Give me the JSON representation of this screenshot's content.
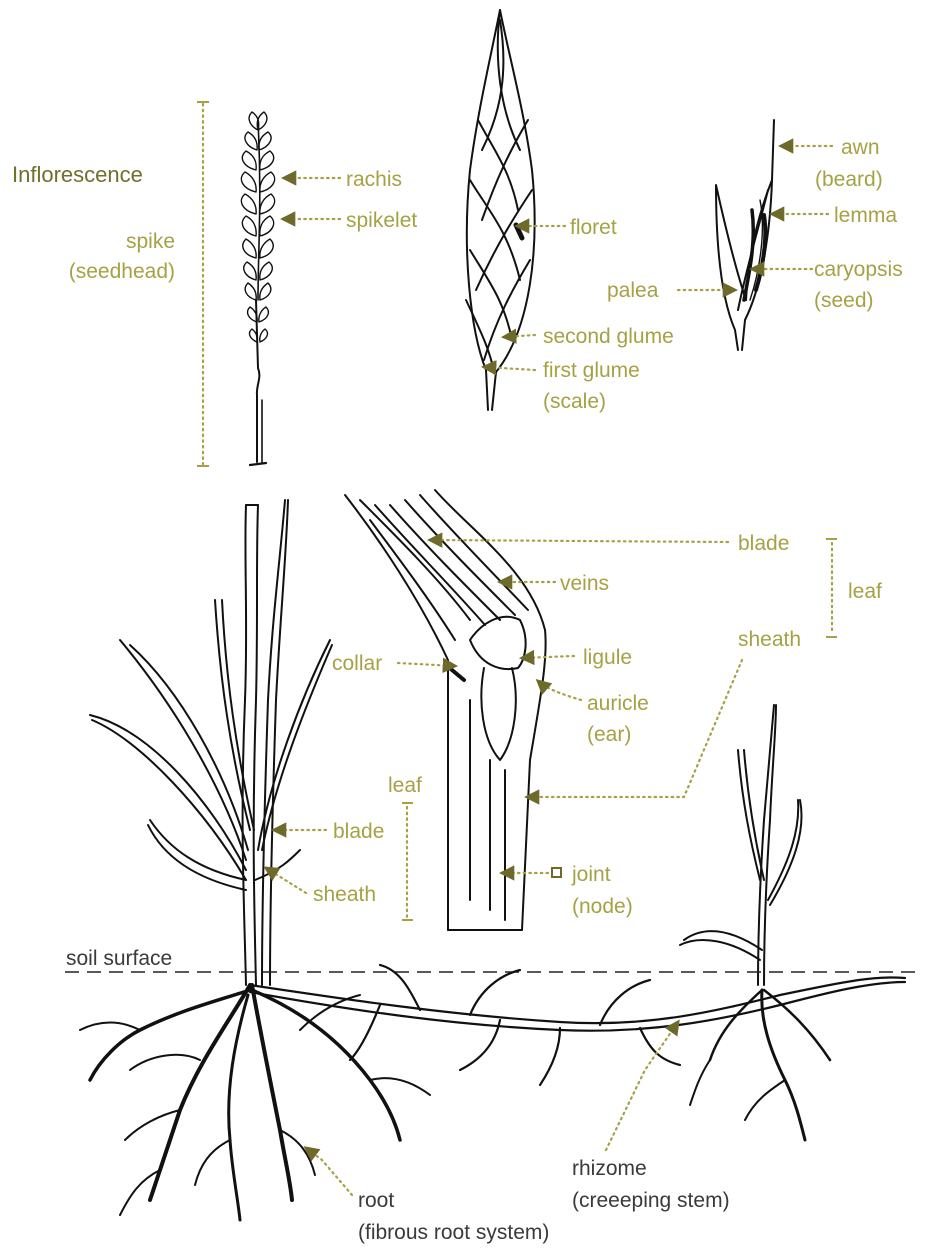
{
  "colors": {
    "label_accent": "#a6a144",
    "heading": "#70702c",
    "arrow": "#6e6a2c",
    "ink": "#111111",
    "dark_label": "#3a3a3a"
  },
  "heading": "Inflorescence",
  "labels": {
    "spike_1": "spike",
    "spike_2": "(seedhead)",
    "rachis": "rachis",
    "spikelet": "spikelet",
    "floret": "floret",
    "second_glume": "second glume",
    "first_glume_1": "first glume",
    "first_glume_2": "(scale)",
    "awn_1": "awn",
    "awn_2": "(beard)",
    "lemma": "lemma",
    "caryopsis_1": "caryopsis",
    "caryopsis_2": "(seed)",
    "palea": "palea",
    "blade_top": "blade",
    "veins": "veins",
    "leaf_right": "leaf",
    "sheath_right": "sheath",
    "collar": "collar",
    "ligule": "ligule",
    "auricle_1": "auricle",
    "auricle_2": "(ear)",
    "leaf_left": "leaf",
    "blade_left": "blade",
    "sheath_left": "sheath",
    "joint_1": "joint",
    "joint_2": "(node)",
    "soil_surface": "soil surface",
    "rhizome_1": "rhizome",
    "rhizome_2": "(creeeping stem)",
    "root_1": "root",
    "root_2": "(fibrous root system)"
  }
}
